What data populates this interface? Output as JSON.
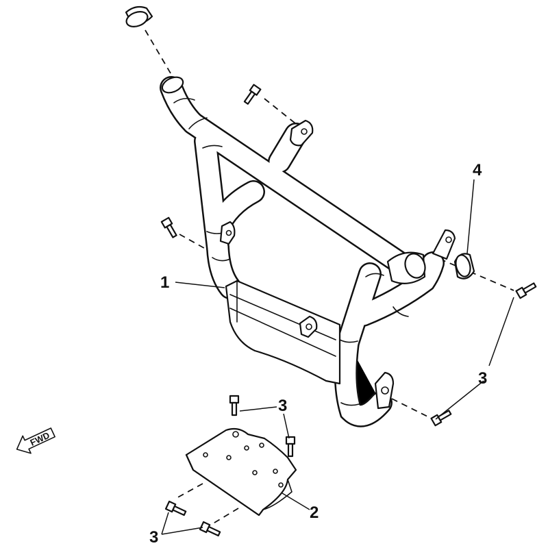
{
  "diagram": {
    "callouts": [
      {
        "id": "bumper-frame",
        "label": "1"
      },
      {
        "id": "skid-plate",
        "label": "2"
      },
      {
        "id": "bolt-right-upper",
        "label": "3"
      },
      {
        "id": "bolt-plate-top",
        "label": "3"
      },
      {
        "id": "bolt-plate-bottom",
        "label": "3"
      },
      {
        "id": "end-cap",
        "label": "4"
      }
    ],
    "direction_arrow": {
      "label": "FWD",
      "icon": "fwd-arrow-icon"
    }
  }
}
